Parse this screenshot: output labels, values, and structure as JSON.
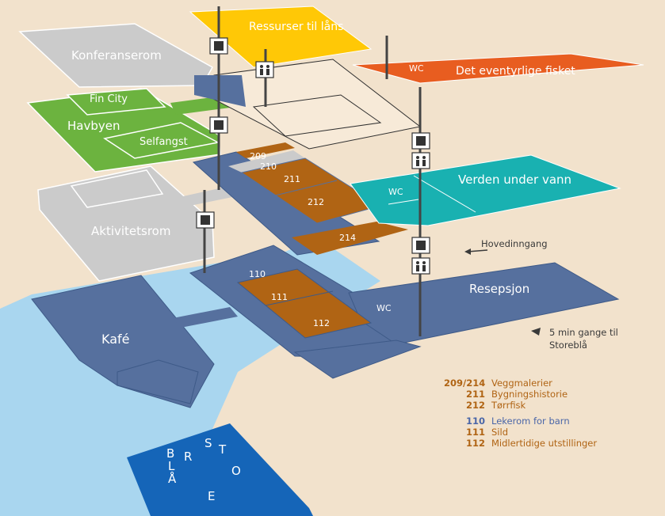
{
  "title": "",
  "floors": {
    "top": {
      "conference": "Konferanserom",
      "resources": "Ressurser til låns",
      "wc": "WC",
      "adventurous_fish": "Det eventyrlige fisket"
    },
    "middle_left": {
      "fin_city": "Fin City",
      "havbyen": "Havbyen",
      "selfangst": "Selfangst"
    },
    "second": {
      "activity_room": "Aktivitetsrom",
      "room_209": "209",
      "room_210": "210",
      "room_211": "211",
      "room_212": "212",
      "room_214": "214",
      "wc": "WC",
      "world_under_water": "Verden under vann"
    },
    "ground": {
      "cafe": "Kafé",
      "room_110": "110",
      "room_111": "111",
      "room_112": "112",
      "wc": "WC",
      "reception": "Resepsjon",
      "main_entrance": "Hovedinngang",
      "walk_line1": "5 min gange til",
      "walk_line2": "Storeblå"
    },
    "storebla_letters": [
      "S",
      "T",
      "O",
      "R",
      "E",
      "B",
      "L",
      "Å"
    ]
  },
  "legend": [
    {
      "num": "209/214",
      "text": "Veggmalerier",
      "color": "brown"
    },
    {
      "num": "211",
      "text": "Bygningshistorie",
      "color": "brown"
    },
    {
      "num": "212",
      "text": "Tørrfisk",
      "color": "brown"
    },
    {
      "num": "110",
      "text": "Lekerom for barn",
      "color": "blue"
    },
    {
      "num": "111",
      "text": "Sild",
      "color": "brown"
    },
    {
      "num": "112",
      "text": "Midlertidige utstillinger",
      "color": "brown"
    }
  ],
  "colors": {
    "background": "#f2e2cc",
    "slate_blue": "#56709e",
    "brown": "#b06414",
    "yellow": "#ffc806",
    "orange": "#e85d20",
    "green": "#6cb33f",
    "teal": "#19b1b1",
    "grey": "#cbcbcb",
    "water": "#a9d6ef",
    "dark_blue": "#1565b8"
  }
}
